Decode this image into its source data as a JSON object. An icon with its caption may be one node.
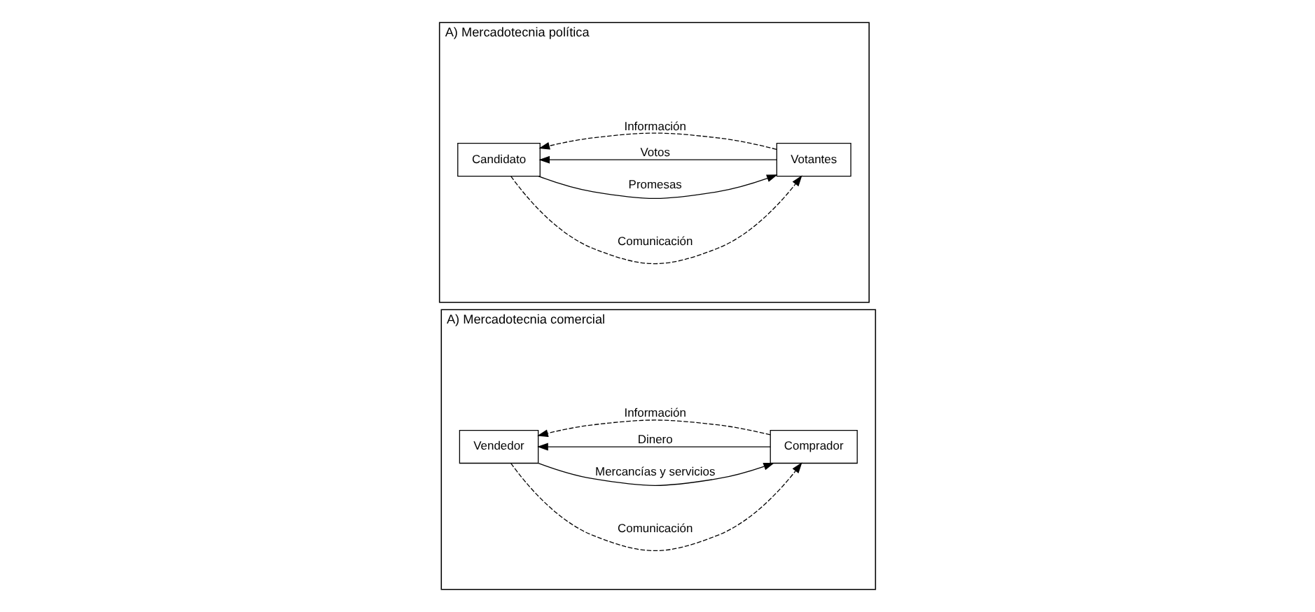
{
  "diagram": {
    "nodes": [
      {
        "text": [
          "A) Mercadotecnia comercial"
        ]
      },
      {
        "text": [
          "Vendedor"
        ],
        "in": 0
      },
      {
        "text": [
          "Comprador"
        ],
        "in": 0
      },
      {
        "text": [
          "A) Mercadotecnia política"
        ]
      },
      {
        "text": [
          "Candidato"
        ],
        "in": 3
      },
      {
        "text": [
          "Votantes"
        ],
        "in": 3
      }
    ],
    "edges": [
      {
        "from": 1,
        "to": 2,
        "arrow": "to",
        "style": "dashed",
        "label": "Comunicación"
      },
      {
        "from": 1,
        "to": 2,
        "arrow": "to",
        "label": "Mercancías y servicios"
      },
      {
        "from": 2,
        "to": 1,
        "arrow": "to",
        "label": "Dinero"
      },
      {
        "from": 2,
        "to": 1,
        "arrow": "to",
        "style": "dashed",
        "label": "Información"
      },
      {
        "from": 4,
        "to": 5,
        "arrow": "to",
        "style": "dashed",
        "label": "Comunicación"
      },
      {
        "from": 4,
        "to": 5,
        "arrow": "to",
        "label": "Promesas"
      },
      {
        "from": 5,
        "to": 4,
        "arrow": "to",
        "label": "Votos"
      },
      {
        "from": 5,
        "to": 4,
        "arrow": "to",
        "style": "dashed",
        "label": "Información"
      }
    ]
  }
}
